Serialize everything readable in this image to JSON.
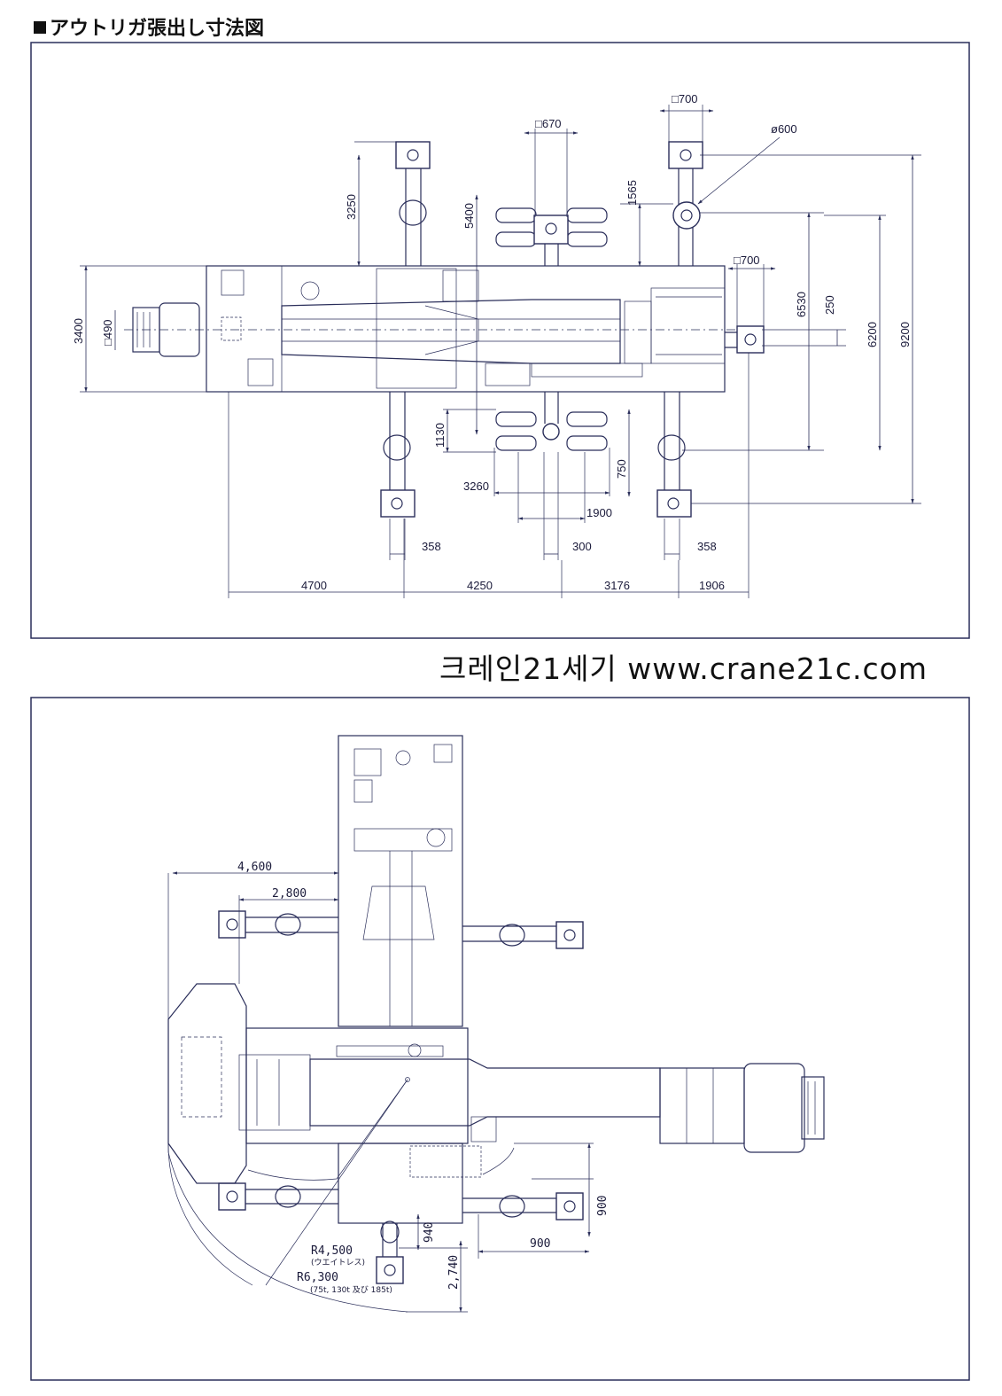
{
  "header": {
    "title": "アウトリガ張出し寸法図"
  },
  "watermark": {
    "text": "크레인21세기 www.crane21c.com"
  },
  "top_view": {
    "dims": {
      "sq700_top": "□700",
      "sq670": "□670",
      "dia600": "ø600",
      "sq700_right": "□700",
      "d3250": "3250",
      "d5400": "5400",
      "d1565": "1565",
      "d3400": "3400",
      "sq490": "□490",
      "d6530": "6530",
      "d250": "250",
      "d6200": "6200",
      "d9200": "9200",
      "d1130": "1130",
      "d750": "750",
      "d3260": "3260",
      "d1900": "1900",
      "d358a": "358",
      "d300": "300",
      "d358b": "358",
      "d4700": "4700",
      "d4250": "4250",
      "d3176": "3176",
      "d1906": "1906"
    }
  },
  "bottom_view": {
    "dims": {
      "d4600": "4,600",
      "d2800": "2,800",
      "d900v": "900",
      "d900h": "900",
      "d940": "940",
      "d2740": "2,740",
      "r4500": "R4,500",
      "r4500_note": "(ウエイトレス)",
      "r6300": "R6,300",
      "r6300_note": "(75t, 130t 及び 185t)"
    }
  }
}
